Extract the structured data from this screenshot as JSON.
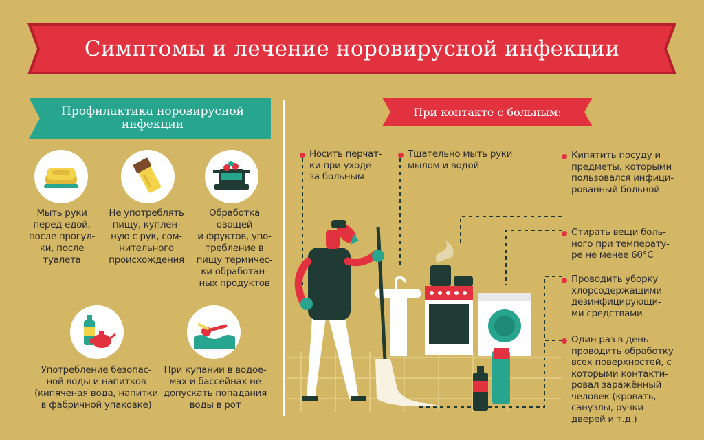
{
  "title": "Симптомы и лечение норовирусной инфекции",
  "prevention": {
    "heading": "Профилактика норовирусной\nинфекции",
    "items": [
      {
        "icon": "soap-icon",
        "caption": "Мыть руки\nперед едой,\nпосле прогул-\nки, после\nтуалета"
      },
      {
        "icon": "street-food-icon",
        "caption": "Не употреблять\nпищу, куплен-\nную с рук, сом-\nнительного\nпроисхождения"
      },
      {
        "icon": "cooking-pot-icon",
        "caption": "Обработка\nовощей\nи фруктов, упо-\nтребление в\nпищу термичес-\nки обработан-\nных продуктов"
      },
      {
        "icon": "bottle-teapot-icon",
        "caption": "Употребление безопас-\nной воды и напитков\n(кипяченая вода, напитки\nв фабричной упаковке)"
      },
      {
        "icon": "swimmer-icon",
        "caption": "При купании в водое-\nмах и бассейнах не\nдопускать попадания\nводы в рот"
      }
    ]
  },
  "contact": {
    "heading": "При контакте с больным:",
    "items": [
      {
        "text": "Носить перчат-\nки при уходе\nза больным"
      },
      {
        "text": "Тщательно мыть руки\nмылом и водой"
      },
      {
        "text": "Кипятить посуду и\nпредметы, которыми\nпользовался инфици-\nрованный больной"
      },
      {
        "text": "Стирать вещи боль-\nного при температу-\nре не менее 60°C"
      },
      {
        "text": "Проводить уборку\nхлорсодержащими\nдезинфицирующи-\nми средствами"
      },
      {
        "text": "Один раз в день\nпроводить обработку\nвсех поверхностей, с\nкоторыми контакти-\nровал заражённый\nчеловек (кровать,\nсанузлы, ручки\nдверей и т.д.)"
      }
    ]
  },
  "colors": {
    "background": "#d3b765",
    "red": "#e3323f",
    "teal": "#27a58f",
    "dark_green": "#1f3b33",
    "text": "#2d2d2d"
  }
}
